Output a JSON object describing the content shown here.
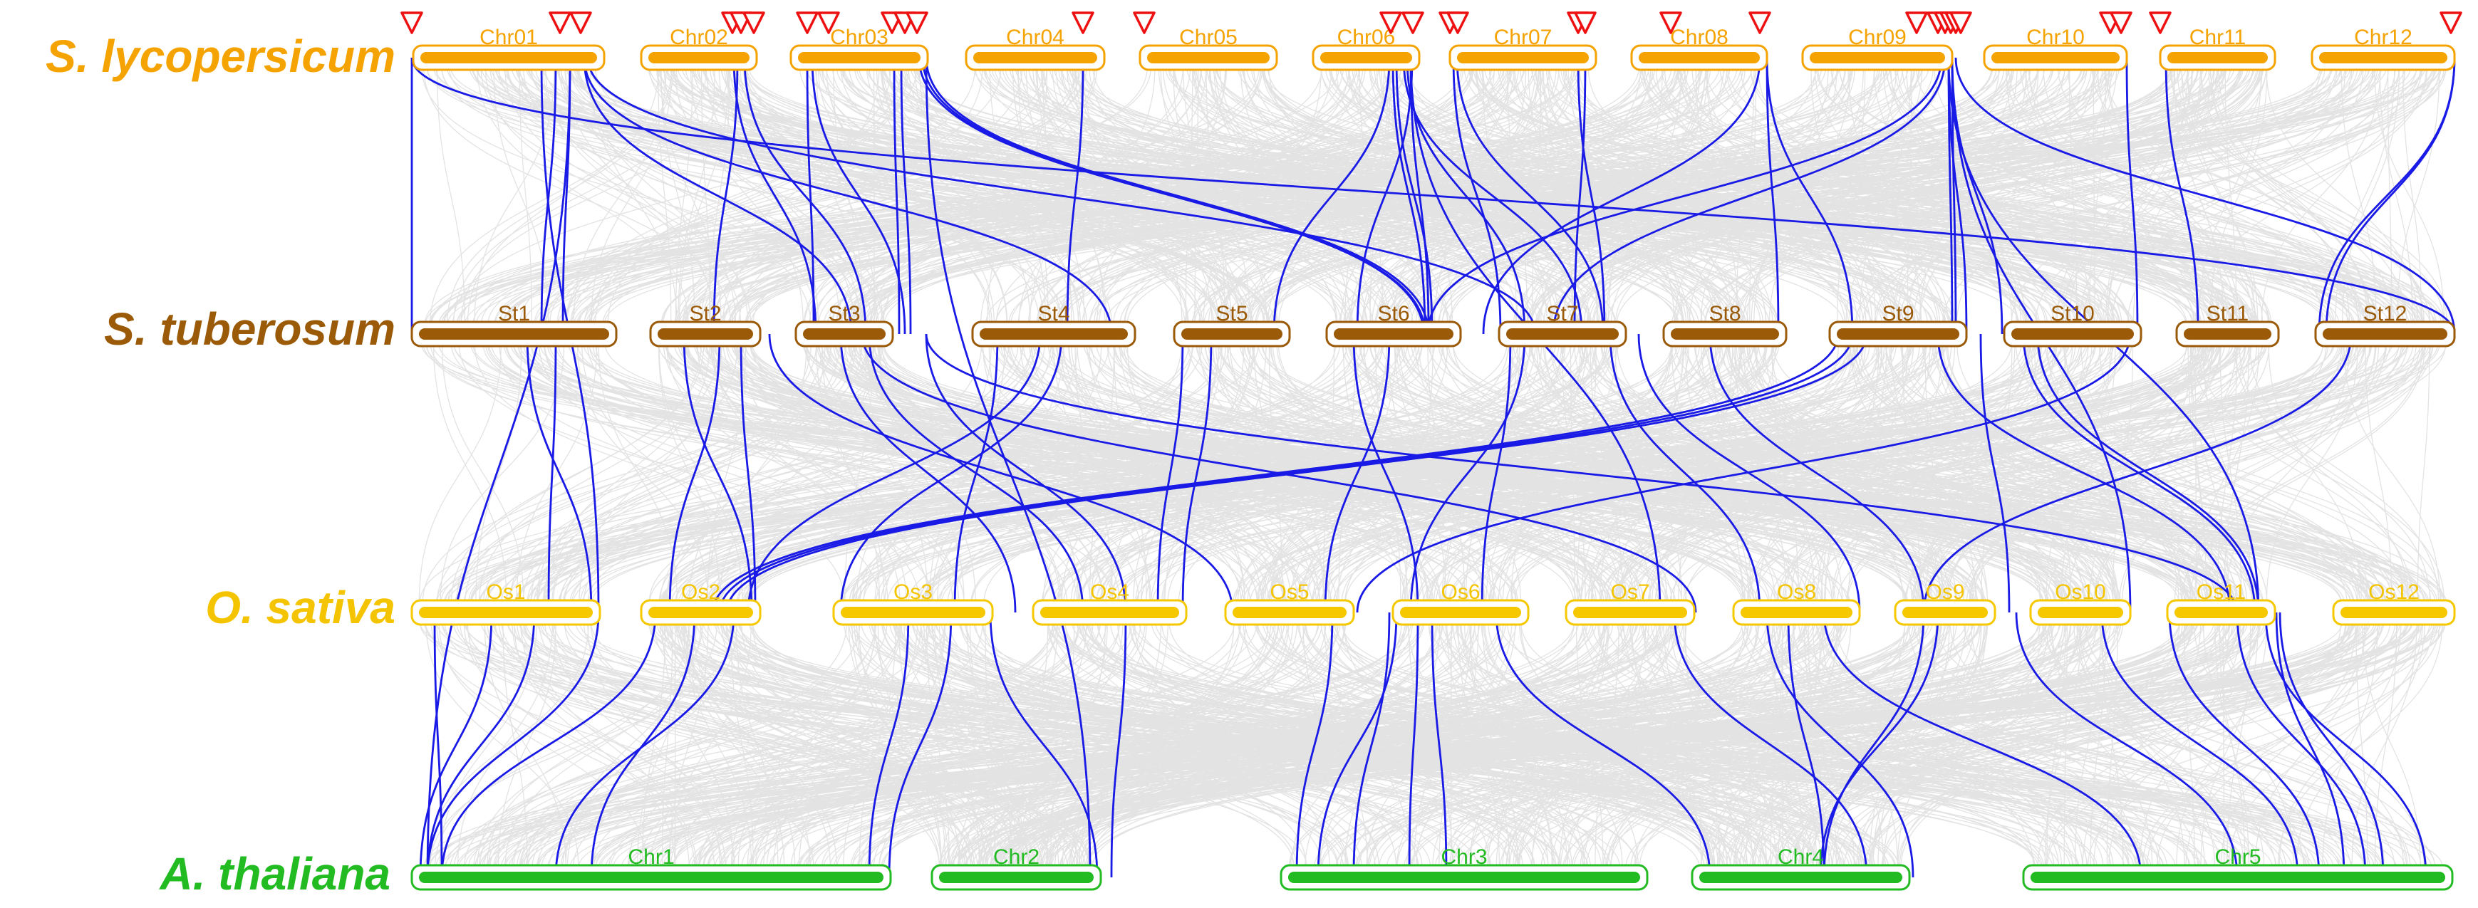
{
  "colors": {
    "background": "#ffffff",
    "background_links": "#d9d9d9",
    "highlight_links": "#1a1ae6",
    "gene_marker": "#ee1111"
  },
  "icons": {
    "gene_marker": "inverted-triangle-icon"
  },
  "species": [
    {
      "id": "sl",
      "name": "S. lycopersicum",
      "color": "#f5a300",
      "bar_color": "#f5a300",
      "chromosomes": [
        "Chr01",
        "Chr02",
        "Chr03",
        "Chr04",
        "Chr05",
        "Chr06",
        "Chr07",
        "Chr08",
        "Chr09",
        "Chr10",
        "Chr11",
        "Chr12"
      ]
    },
    {
      "id": "st",
      "name": "S. tuberosum",
      "color": "#9a5a08",
      "bar_color": "#9a5a08",
      "chromosomes": [
        "St1",
        "St2",
        "St3",
        "St4",
        "St5",
        "St6",
        "St7",
        "St8",
        "St9",
        "St10",
        "St11",
        "St12"
      ]
    },
    {
      "id": "os",
      "name": "O. sativa",
      "color": "#f5c400",
      "bar_color": "#f5c800",
      "chromosomes": [
        "Os1",
        "Os2",
        "Os3",
        "Os4",
        "Os5",
        "Os6",
        "Os7",
        "Os8",
        "Os9",
        "Os10",
        "Os11",
        "Os12"
      ]
    },
    {
      "id": "at",
      "name": "A. thaliana",
      "color": "#22bb22",
      "bar_color": "#22bb22",
      "chromosomes": [
        "Chr1",
        "Chr2",
        "Chr3",
        "Chr4",
        "Chr5"
      ]
    }
  ]
}
